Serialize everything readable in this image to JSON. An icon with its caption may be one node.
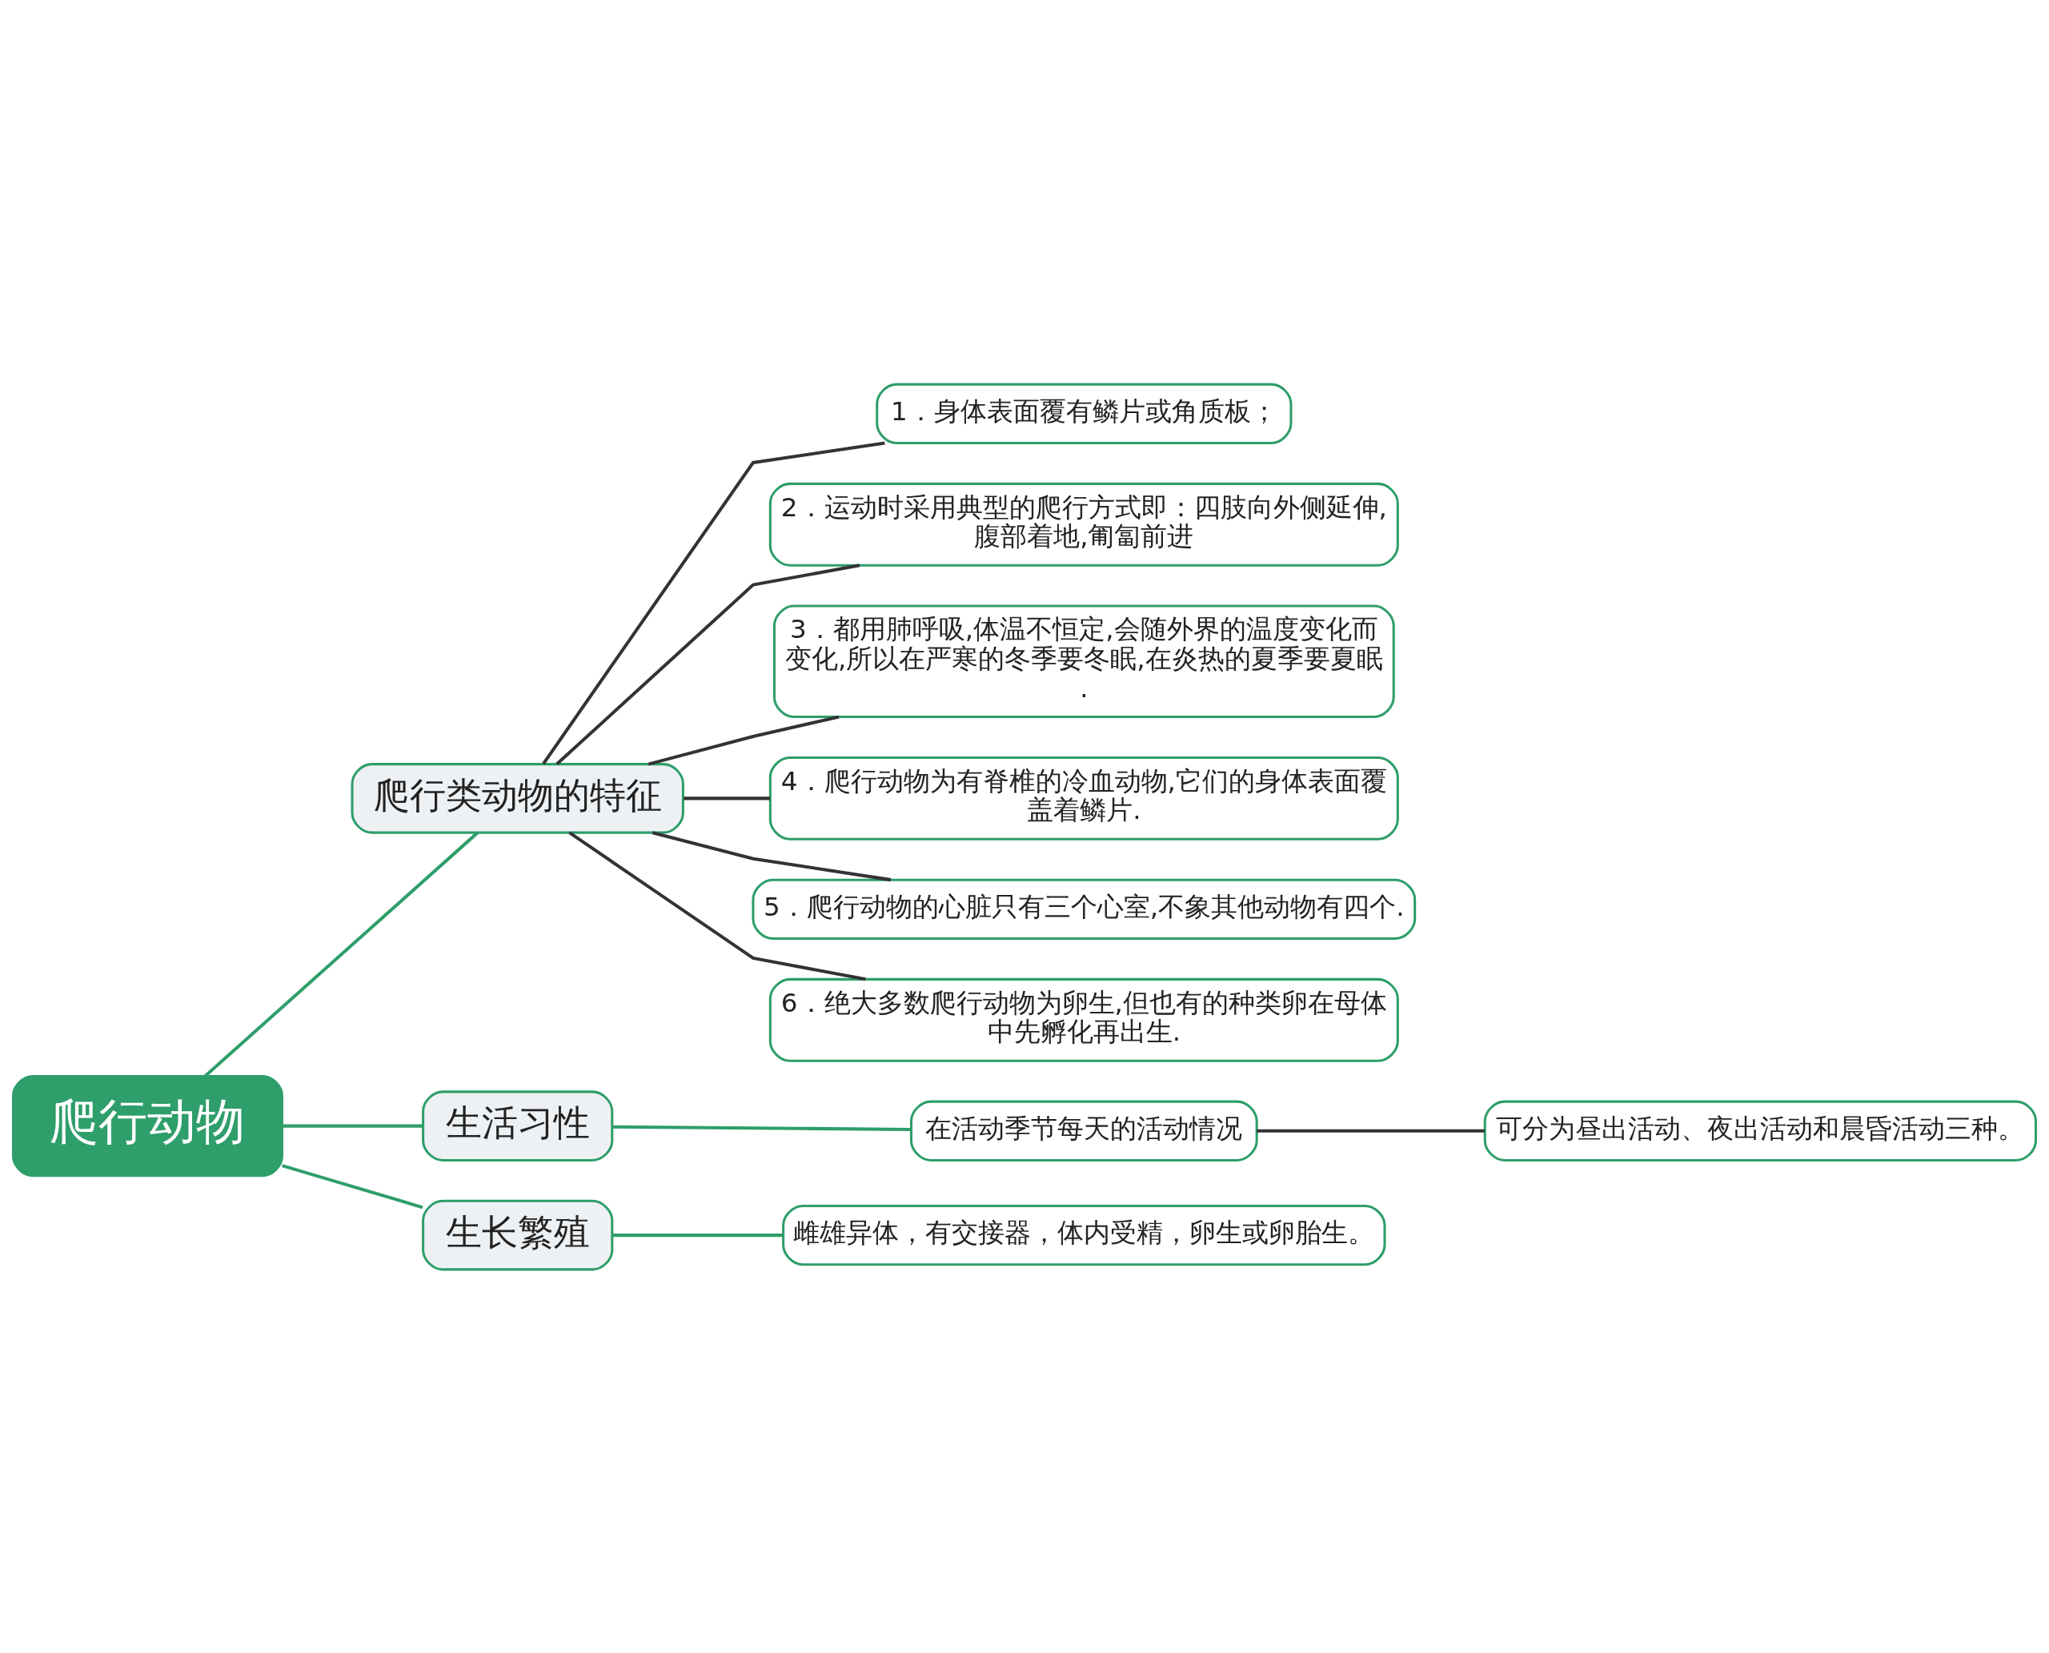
{
  "diagram": {
    "nodes": [
      {
        "text": [
          "爬行动物"
        ]
      },
      {
        "text": [
          "爬行类动物的特征"
        ]
      },
      {
        "text": [
          "1．身体表面覆有鳞片或角质板；"
        ]
      },
      {
        "text": [
          "2．运动时采用典型的爬行方式即：四肢向外侧延伸,腹部着地,匍匐前进"
        ]
      },
      {
        "text": [
          "3．都用肺呼吸,体温不恒定,会随外界的温度变化而变化,所以在严寒的冬季要冬眠,在炎热的夏季要夏眠."
        ]
      },
      {
        "text": [
          "4．爬行动物为有脊椎的冷血动物,它们的身体表面覆盖着鳞片."
        ]
      },
      {
        "text": [
          "5．爬行动物的心脏只有三个心室,不象其他动物有四个."
        ]
      },
      {
        "text": [
          "6．绝大多数爬行动物为卵生,但也有的种类卵在母体中先孵化再出生."
        ]
      },
      {
        "text": [
          "生活习性"
        ]
      },
      {
        "text": [
          "在活动季节每天的活动情况"
        ]
      },
      {
        "text": [
          "可分为昼出活动、夜出活动和晨昏活动三种。"
        ]
      },
      {
        "text": [
          "生长繁殖"
        ]
      },
      {
        "text": [
          "雌雄异体，有交接器，体内受精，卵生或卵胎生。"
        ]
      }
    ],
    "edges": [
      {
        "from": 0,
        "to": 1,
        "arrow": "none",
        "color": "#2e9e6a"
      },
      {
        "from": 1,
        "to": 2,
        "arrow": "none"
      },
      {
        "from": 1,
        "to": 3,
        "arrow": "none"
      },
      {
        "from": 1,
        "to": 4,
        "arrow": "none"
      },
      {
        "from": 1,
        "to": 5,
        "arrow": "none"
      },
      {
        "from": 1,
        "to": 6,
        "arrow": "none"
      },
      {
        "from": 1,
        "to": 7,
        "arrow": "none"
      },
      {
        "from": 0,
        "to": 8,
        "arrow": "none",
        "color": "#2e9e6a"
      },
      {
        "from": 8,
        "to": 9,
        "arrow": "none",
        "color": "#2e9e6a"
      },
      {
        "from": 9,
        "to": 10,
        "arrow": "none"
      },
      {
        "from": 0,
        "to": 11,
        "arrow": "none",
        "color": "#2e9e6a"
      },
      {
        "from": 11,
        "to": 12,
        "arrow": "none",
        "color": "#2e9e6a"
      }
    ]
  }
}
